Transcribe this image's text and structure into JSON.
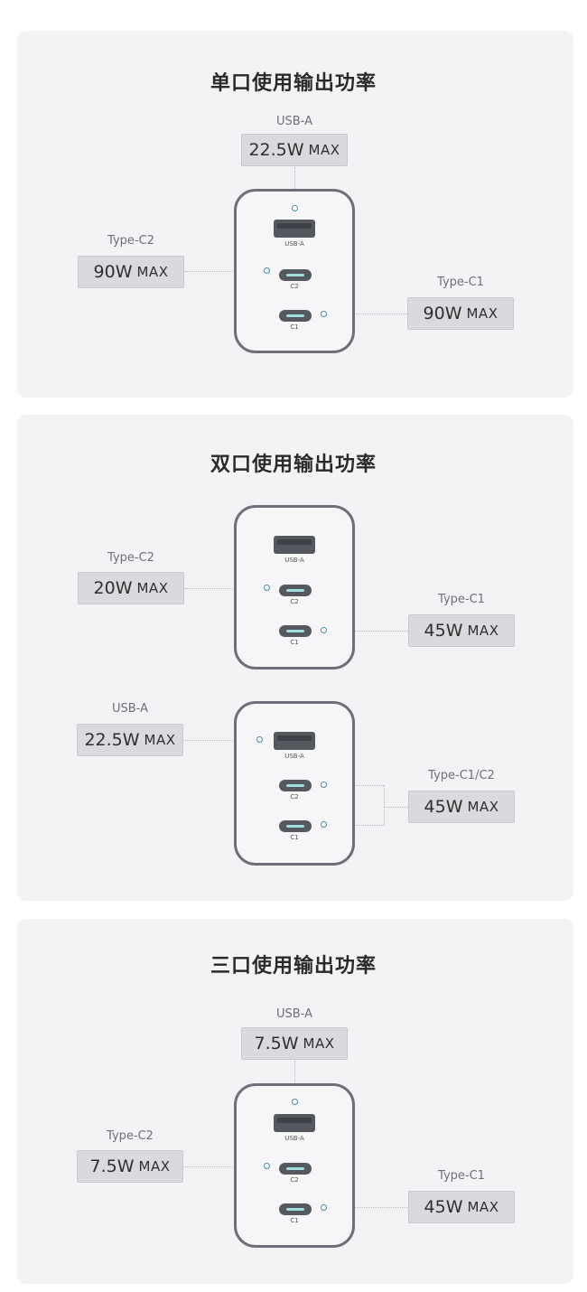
{
  "sections": [
    {
      "title": "单口使用输出功率",
      "labels": [
        {
          "port": "USB-A",
          "watt": "22.5W",
          "max": "MAX"
        },
        {
          "port": "Type-C2",
          "watt": "90W",
          "max": "MAX"
        },
        {
          "port": "Type-C1",
          "watt": "90W",
          "max": "MAX"
        }
      ]
    },
    {
      "title": "双口使用输出功率",
      "labels": [
        {
          "port": "Type-C2",
          "watt": "20W",
          "max": "MAX"
        },
        {
          "port": "Type-C1",
          "watt": "45W",
          "max": "MAX"
        },
        {
          "port": "USB-A",
          "watt": "22.5W",
          "max": "MAX"
        },
        {
          "port": "Type-C1/C2",
          "watt": "45W",
          "max": "MAX"
        }
      ]
    },
    {
      "title": "三口使用输出功率",
      "labels": [
        {
          "port": "USB-A",
          "watt": "7.5W",
          "max": "MAX"
        },
        {
          "port": "Type-C2",
          "watt": "7.5W",
          "max": "MAX"
        },
        {
          "port": "Type-C1",
          "watt": "45W",
          "max": "MAX"
        }
      ]
    }
  ],
  "charger_port_labels": {
    "usba": "USB-A",
    "c2": "C2",
    "c1": "C1"
  }
}
